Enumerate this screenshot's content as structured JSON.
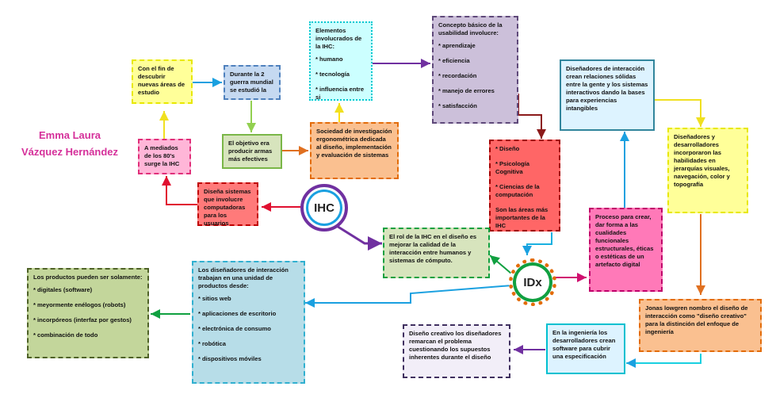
{
  "author": {
    "line1": "Emma Laura",
    "line2": "Vázquez Hernández"
  },
  "nodes": {
    "ihc": "IHC",
    "idx": "IDx"
  },
  "boxes": {
    "fin_descubrir": "Con el fin de descubrir nuevas áreas de estudio",
    "segunda_guerra": "Durante la 2 guerra mundial se estudió la",
    "objetivo": "El objetivo era producir armas más efectives",
    "mediados_80": "A mediados de los 80's surge la IHC",
    "disena_sistemas": "Diseña sistemas que involucre computadoras para los usuarios",
    "sociedad": "Sociedad de investigación ergonométrica dedicada al diseño, implementación y evaluación de sistemas",
    "elementos": {
      "title": "Elementos involucrados de la IHC:",
      "items": [
        "humano",
        "tecnología",
        "influencia entre si"
      ]
    },
    "usabilidad": {
      "title": "Concepto básico de la usabilidad involucre:",
      "items": [
        "aprendizaje",
        "eficiencia",
        "recordación",
        "manejo de errores",
        "satisfacción"
      ]
    },
    "areas": {
      "items": [
        "Diseño",
        "Psicología Cognitiva",
        "Ciencias de la computación"
      ],
      "footer": "Son las áreas más importantes de la IHC"
    },
    "rol": "El rol de la IHC en el diseño es mejorar la calidad de la interacción entre humanos y sistemas de cómputo.",
    "disenadores_relaciones": "Diseñadores de interacción crean relaciones sólidas entre la gente y los sistemas interactivos dando la bases para experiencias intangibles",
    "disenadores_habilidades": "Diseñadores y desarrolladores incorporaron las habilidades en jerarquías visuales, navegación, color y topografía",
    "proceso": "Proceso para crear, dar forma a las cualidades funcionales estructurales, éticas o estéticas de un artefacto digital",
    "jonas": "Jonas lowgren nombro el diseño de interacción como \"diseño creativo\" para la distinción del enfoque de ingeniería",
    "ingenieria": "En la ingeniería los desarrolladores crean software para cubrir una especificación",
    "creativo": "Diseño creativo los diseñadores remarcan el problema cuestionando los supuestos inherentes durante el diseño",
    "unidad": {
      "title": "Los diseñadores de interacción trabajan en una unidad de productos desde:",
      "items": [
        "sitios web",
        "aplicaciones de escritorio",
        "electrónica de consumo",
        "robótica",
        "dispositivos móviles"
      ]
    },
    "productos": {
      "title": "Los productos pueden ser solamente:",
      "items": [
        "digitales (software)",
        "meyormente enélogos (robots)",
        "incorpóreos (interfaz por gestos)",
        "combinación de todo"
      ]
    }
  },
  "colors": {
    "yellow": "#ffff99",
    "blue": "#c5d9f1",
    "green": "#d7e4bd",
    "red": "#ff6666",
    "orange": "#fac090",
    "cyan": "#ccffff",
    "purple": "#ccc0da",
    "pink": "#ff79b8",
    "lightcyan": "#ddf3ff",
    "olive": "#c3d69b",
    "lightblue": "#b7dde8",
    "lilac": "#f2eef8",
    "author": "#d5309a"
  }
}
